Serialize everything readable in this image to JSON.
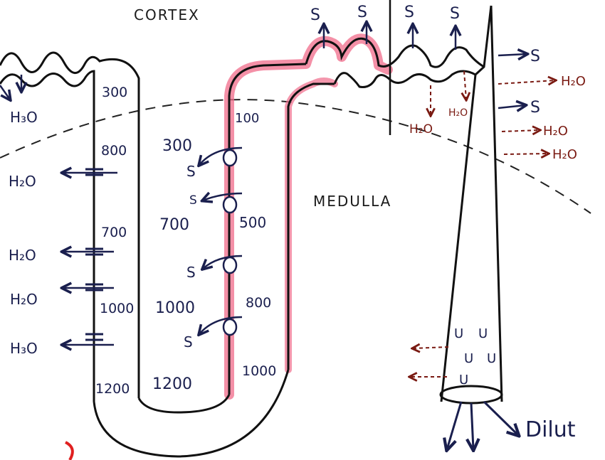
{
  "regions": {
    "cortex": "CORTEX",
    "medulla": "MEDULLA"
  },
  "colors": {
    "ink": "#1a1f4e",
    "outline": "#111111",
    "highlight": "#f06b8a",
    "water_dark": "#7a1a12",
    "annotation_red": "#e02020"
  },
  "solute": "S",
  "urea": "U",
  "water": "H₂O",
  "h2o_handwritten": {
    "top_left": "H₃O",
    "dash": "H₂O",
    "bottom": "H₃O",
    "top_mid": "H₂O"
  },
  "descending_values": [
    "300",
    "800",
    "700",
    "1000",
    "1200"
  ],
  "interstitial_values": [
    "300",
    "700",
    "1000",
    "1200"
  ],
  "ascending_values": [
    "100",
    "500",
    "800",
    "1000"
  ],
  "urine_label": "Dilut",
  "icons": [
    "arrow-icon",
    "channel-icon",
    "pump-circle-icon"
  ]
}
